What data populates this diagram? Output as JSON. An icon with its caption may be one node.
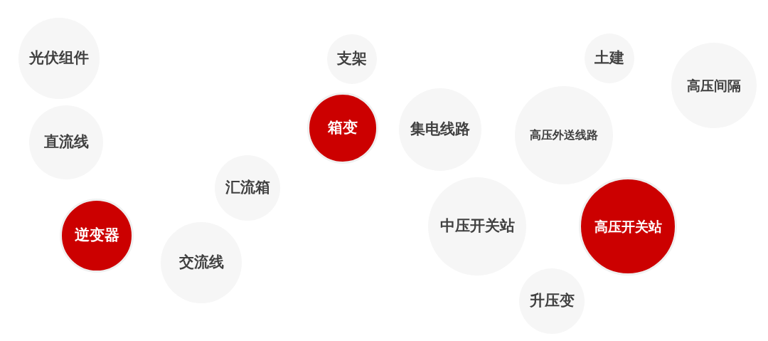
{
  "diagram": {
    "nodes": [
      {
        "text": [
          "光伏组件"
        ]
      },
      {
        "text": [
          "支架"
        ]
      },
      {
        "text": [
          "土建"
        ]
      },
      {
        "text": [
          "高压间隔"
        ]
      },
      {
        "text": [
          "箱变"
        ]
      },
      {
        "text": [
          "集电线路"
        ]
      },
      {
        "text": [
          "高压外送线路"
        ]
      },
      {
        "text": [
          "直流线"
        ]
      },
      {
        "text": [
          "汇流箱"
        ]
      },
      {
        "text": [
          "逆变器"
        ]
      },
      {
        "text": [
          "中压开关站"
        ]
      },
      {
        "text": [
          "高压开关站"
        ]
      },
      {
        "text": [
          "交流线"
        ]
      },
      {
        "text": [
          "升压变"
        ]
      }
    ]
  }
}
